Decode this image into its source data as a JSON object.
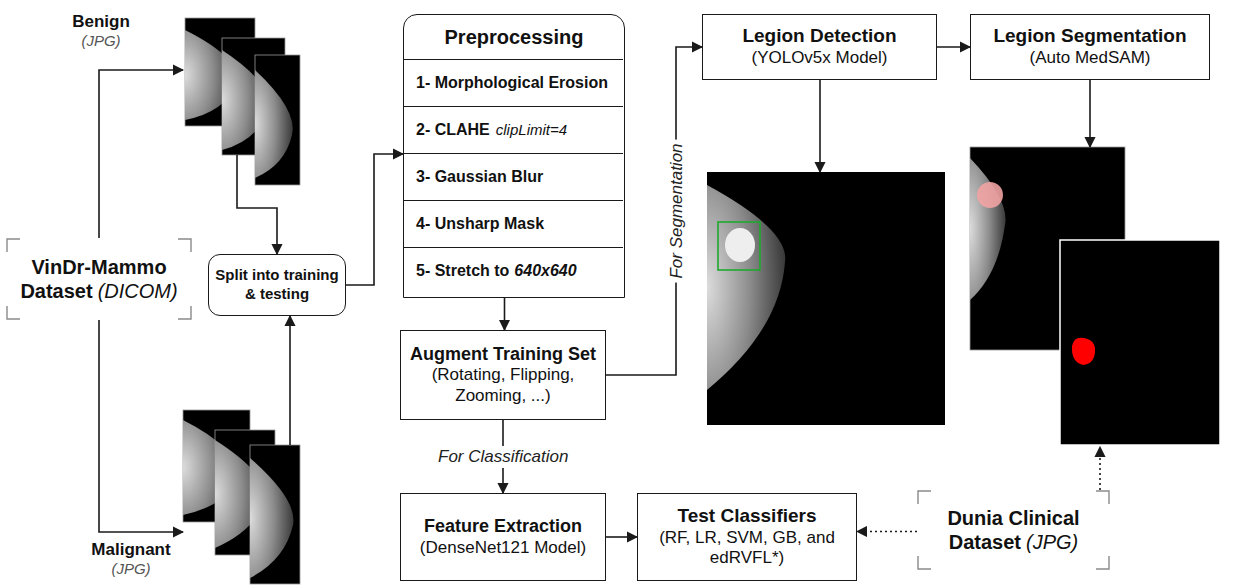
{
  "diagram": {
    "nodes": [
      {
        "text": [
          "Benign",
          "(JPG)"
        ]
      },
      {
        "text": [
          "VinDr-Mammo Dataset",
          "(DICOM)"
        ]
      },
      {
        "text": [
          "Split into training & testing"
        ]
      },
      {
        "text": [
          "Malignant",
          "(JPG)"
        ]
      },
      {
        "text": [
          "Preprocessing"
        ]
      },
      {
        "text": [
          "1- Morphological Erosion"
        ],
        "in": 4
      },
      {
        "text": [
          "2- CLAHE",
          "clipLimit=4"
        ],
        "in": 4
      },
      {
        "text": [
          "3- Gaussian Blur"
        ],
        "in": 4
      },
      {
        "text": [
          "4- Unsharp Mask"
        ],
        "in": 4
      },
      {
        "text": [
          "5- Stretch to",
          "640x640"
        ],
        "in": 4
      },
      {
        "text": [
          "Augment Training Set",
          "(Rotating, Flipping, Zooming, ...)"
        ]
      },
      {
        "text": [
          "Legion Detection",
          "(YOLOv5x Model)"
        ]
      },
      {
        "text": [
          "Legion Segmentation",
          "(Auto MedSAM)"
        ]
      },
      {
        "text": [
          "Feature Extraction",
          "(DenseNet121 Model)"
        ]
      },
      {
        "text": [
          "Test Classifiers",
          "(RF, LR, SVM, GB, and edRVFL*)"
        ]
      },
      {
        "text": [
          "Dunia Clinical Dataset",
          "(JPG)"
        ]
      }
    ],
    "edges": [
      {
        "from": 1,
        "to": 0,
        "arrow": "to"
      },
      {
        "from": 1,
        "to": 3,
        "arrow": "to"
      },
      {
        "from": 0,
        "to": 2,
        "arrow": "to"
      },
      {
        "from": 3,
        "to": 2,
        "arrow": "to"
      },
      {
        "from": 2,
        "to": 4,
        "arrow": "to"
      },
      {
        "from": 4,
        "to": 10,
        "arrow": "to"
      },
      {
        "from": 10,
        "to": 11,
        "label": "For Segmentation",
        "arrow": "to"
      },
      {
        "from": 11,
        "to": 12,
        "arrow": "to"
      },
      {
        "from": 10,
        "to": 13,
        "label": "For Classification",
        "arrow": "to"
      },
      {
        "from": 13,
        "to": 14,
        "arrow": "to"
      },
      {
        "from": 15,
        "to": 14,
        "arrow": "to"
      }
    ]
  }
}
